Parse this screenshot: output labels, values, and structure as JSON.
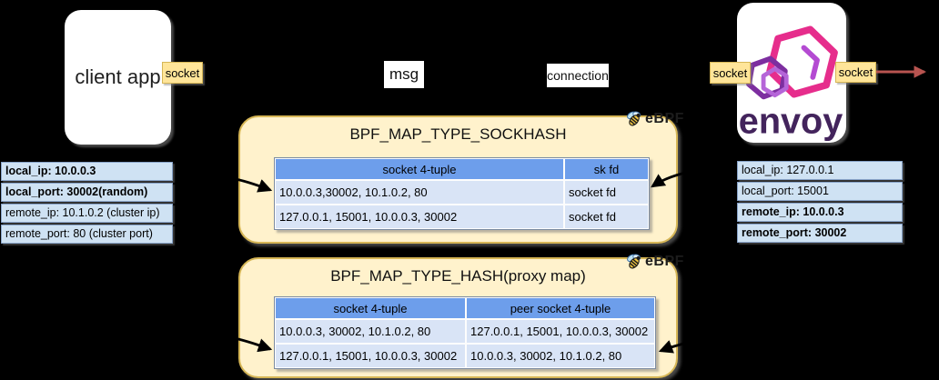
{
  "colors": {
    "background": "#000000",
    "map_fill": "#fff2cc",
    "map_border": "#d6b656",
    "tag_fill": "#ffe599",
    "tag_border": "#d6b656",
    "header_fill": "#6d9eeb",
    "row_fill": "#d9e4f6",
    "side_row_fill": "#cfe2f3",
    "side_row_border": "#88a3c8",
    "table_border": "#7b8aa0",
    "arrow_black": "#000000",
    "arrow_red": "#b85450",
    "envoy_pink": "#e62d8c",
    "envoy_purple": "#7d2ea0",
    "envoy_purple_dark": "#43245c",
    "bee_yellow": "#f2c744"
  },
  "client": {
    "label": "client app",
    "socket_tag": "socket",
    "table": {
      "rows": [
        "local_ip: 10.0.0.3",
        "local_port: 30002(random)",
        "remote_ip: 10.1.0.2 (cluster ip)",
        "remote_port: 80 (cluster port)"
      ]
    }
  },
  "envoy": {
    "logo_text": "envoy",
    "socket_tag_left": "socket",
    "socket_tag_right": "socket",
    "table": {
      "rows": [
        "local_ip: 127.0.0.1",
        "local_port: 15001",
        "remote_ip: 10.0.0.3",
        "remote_port: 30002"
      ]
    }
  },
  "labels": {
    "msg": "msg",
    "connection": "connection"
  },
  "sockhash_map": {
    "title": "BPF_MAP_TYPE_SOCKHASH",
    "badge": "eBPF",
    "headers": [
      "socket 4-tuple",
      "sk fd"
    ],
    "rows": [
      [
        "10.0.0.3,30002, 10.1.0.2, 80",
        "socket fd"
      ],
      [
        "127.0.0.1, 15001, 10.0.0.3, 30002",
        "socket fd"
      ]
    ]
  },
  "proxy_map": {
    "title": "BPF_MAP_TYPE_HASH(proxy map)",
    "badge": "eBPF",
    "headers": [
      "socket 4-tuple",
      "peer socket 4-tuple"
    ],
    "rows": [
      [
        "10.0.0.3, 30002, 10.1.0.2, 80",
        "127.0.0.1, 15001, 10.0.0.3, 30002"
      ],
      [
        "127.0.0.1, 15001, 10.0.0.3, 30002",
        "10.0.0.3, 30002, 10.1.0.2, 80"
      ]
    ]
  }
}
